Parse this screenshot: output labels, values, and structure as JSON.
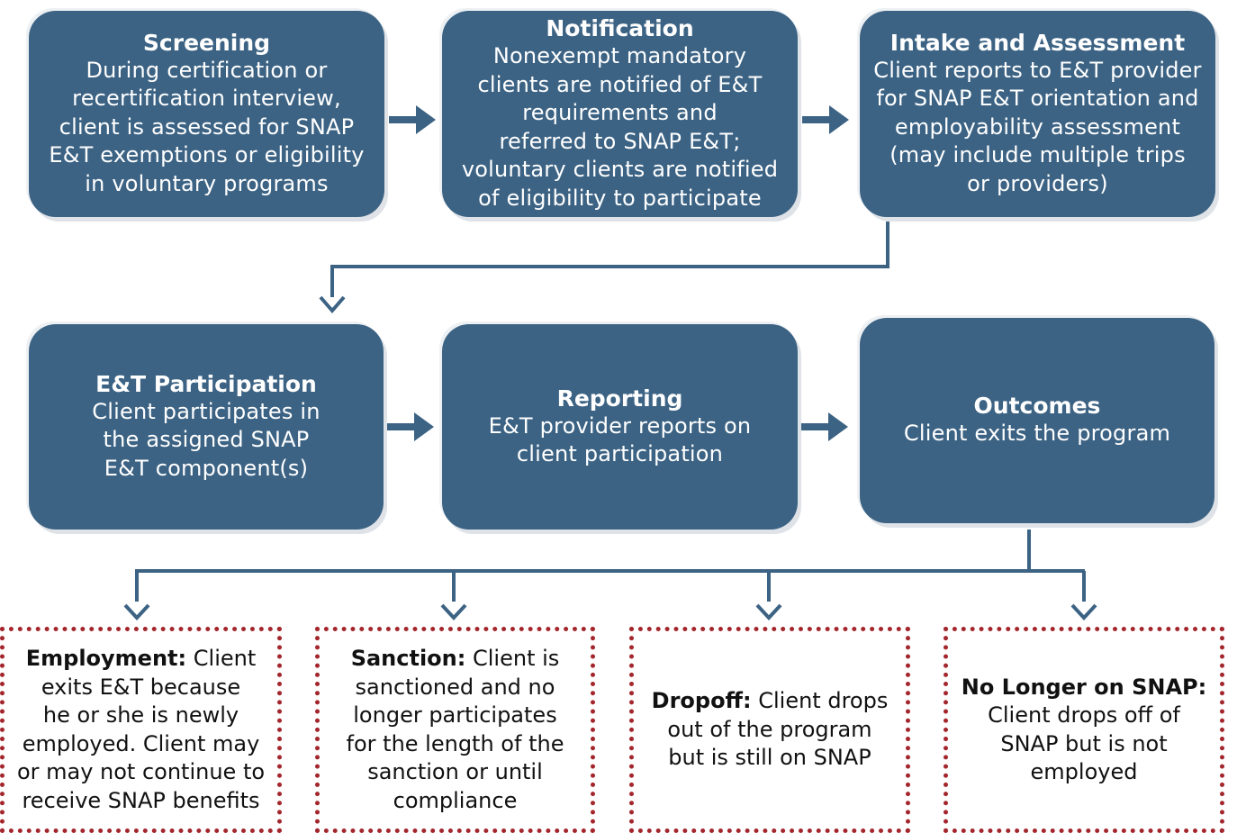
{
  "steps": {
    "screening": {
      "title": "Screening",
      "lines": [
        "During certification or",
        "recertification interview,",
        "client is assessed for SNAP",
        "E&T exemptions or eligibility",
        "in voluntary programs"
      ]
    },
    "notification": {
      "title": "Notification",
      "lines": [
        "Nonexempt mandatory",
        "clients are notified of E&T",
        "requirements and",
        "referred to SNAP E&T;",
        "voluntary clients are notified",
        "of eligibility to participate"
      ]
    },
    "intake": {
      "title": "Intake and Assessment",
      "lines": [
        "Client reports to E&T provider",
        "for SNAP E&T orientation and",
        "employability assessment",
        "(may include multiple trips",
        "or providers)"
      ]
    },
    "participation": {
      "title": "E&T Participation",
      "lines": [
        "Client participates in",
        "the assigned SNAP",
        "E&T component(s)"
      ]
    },
    "reporting": {
      "title": "Reporting",
      "lines": [
        "E&T provider reports on",
        "client participation"
      ]
    },
    "outcomes": {
      "title": "Outcomes",
      "lines": [
        "Client exits the program"
      ]
    }
  },
  "outcomes": {
    "employment": {
      "term": "Employment:",
      "lines": [
        "Client",
        "exits E&T because",
        "he or she is newly",
        "employed. Client may",
        "or may not continue to",
        "receive SNAP benefits"
      ]
    },
    "sanction": {
      "term": "Sanction:",
      "lines": [
        "Client is",
        "sanctioned and no",
        "longer participates",
        "for the length of the",
        "sanction or until",
        "compliance"
      ]
    },
    "dropoff": {
      "term": "Dropoff:",
      "lines": [
        "Client drops",
        "out of the program",
        "but is still on SNAP"
      ]
    },
    "no_longer": {
      "term": "No Longer on SNAP:",
      "lines": [
        "Client drops off of",
        "SNAP but is not",
        "employed"
      ]
    }
  },
  "colors": {
    "box": "#3c6384",
    "connector": "#3c6384",
    "outcome_border": "#a3262c"
  }
}
